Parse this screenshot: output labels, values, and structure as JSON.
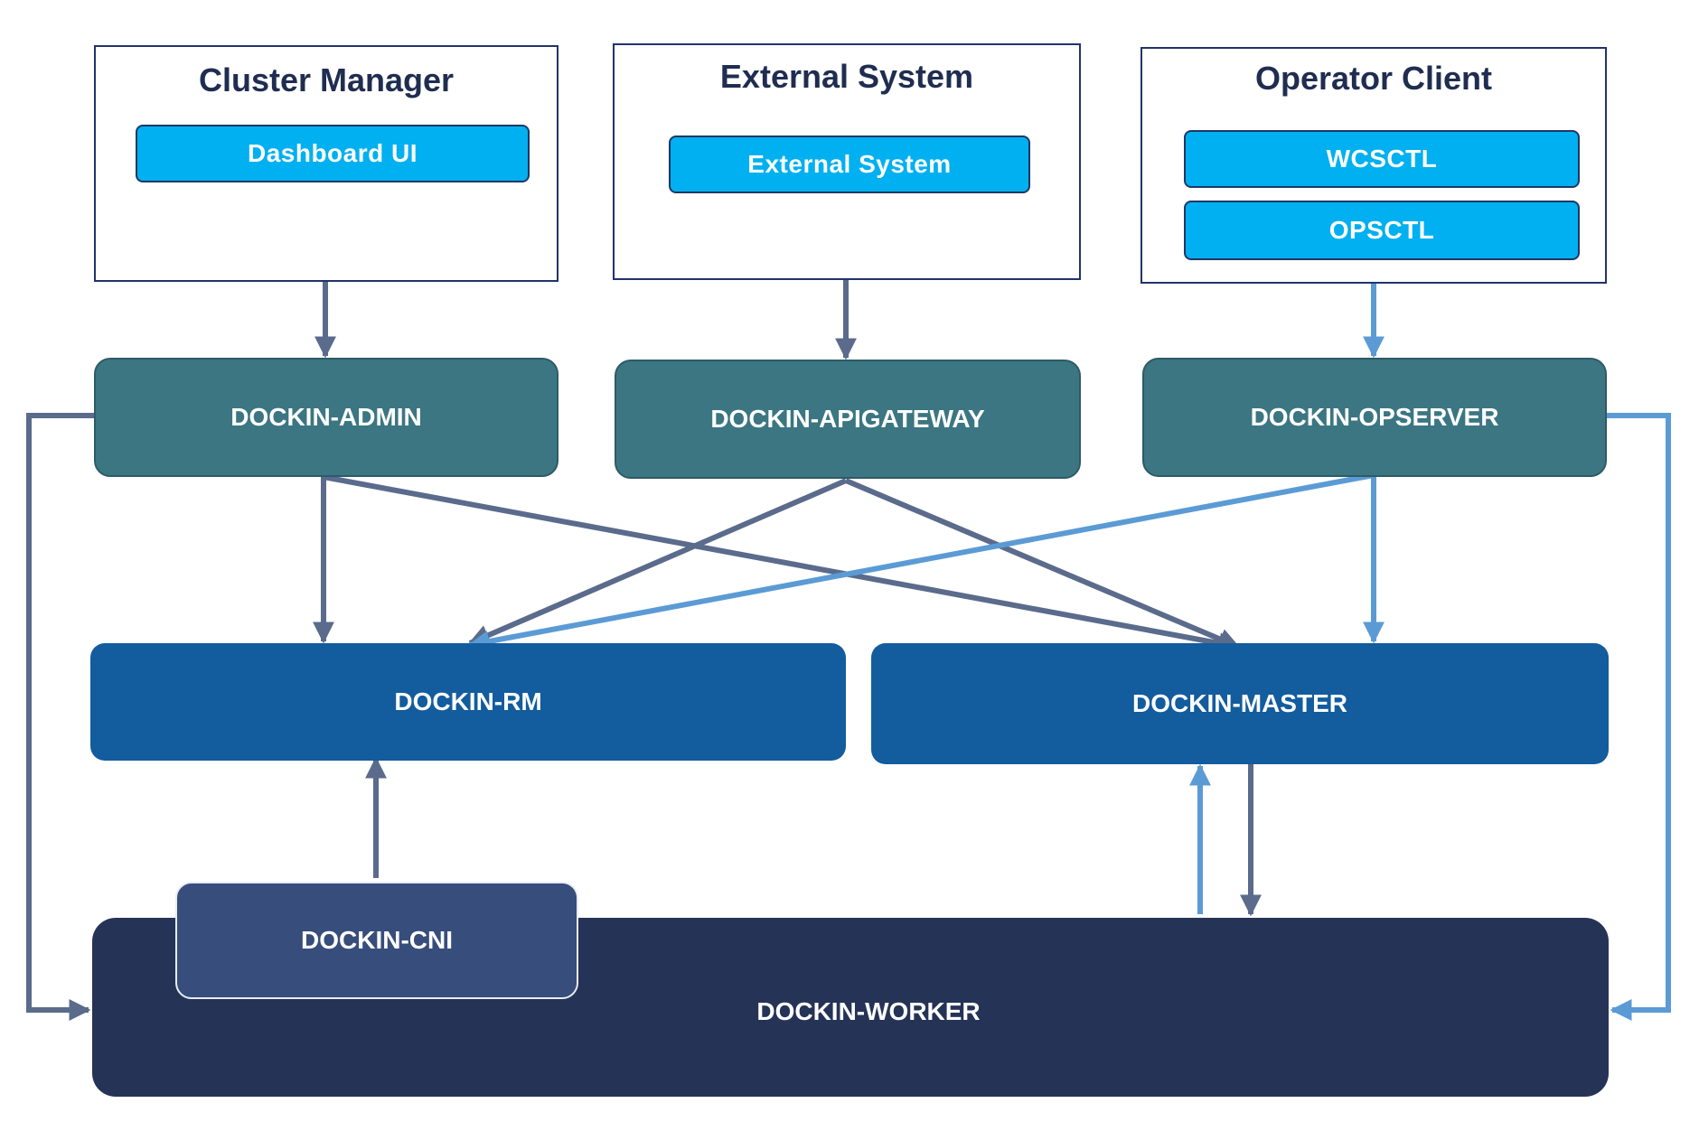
{
  "groups": {
    "cluster_manager": {
      "title": "Cluster Manager",
      "items": [
        "Dashboard UI"
      ]
    },
    "external_system": {
      "title": "External System",
      "items": [
        "External System"
      ]
    },
    "operator_client": {
      "title": "Operator Client",
      "items": [
        "WCSCTL",
        "OPSCTL"
      ]
    }
  },
  "services": {
    "admin": "DOCKIN-ADMIN",
    "apigateway": "DOCKIN-APIGATEWAY",
    "opserver": "DOCKIN-OPSERVER"
  },
  "core": {
    "rm": "DOCKIN-RM",
    "master": "DOCKIN-MASTER"
  },
  "worker": {
    "label": "DOCKIN-WORKER",
    "cni": "DOCKIN-CNI"
  },
  "colors": {
    "dark_arrow": "#5a6b8c",
    "light_arrow": "#5b9bd5",
    "service_fill": "#3b7682",
    "core_fill": "#135c9e",
    "worker_fill": "#253356",
    "cni_fill": "#374d7c",
    "pill_fill": "#00b0f0"
  },
  "edges": [
    {
      "from": "Cluster Manager",
      "to": "DOCKIN-ADMIN",
      "style": "dark"
    },
    {
      "from": "External System",
      "to": "DOCKIN-APIGATEWAY",
      "style": "dark"
    },
    {
      "from": "Operator Client",
      "to": "DOCKIN-OPSERVER",
      "style": "light"
    },
    {
      "from": "DOCKIN-ADMIN",
      "to": "DOCKIN-RM",
      "style": "dark"
    },
    {
      "from": "DOCKIN-ADMIN",
      "to": "DOCKIN-MASTER",
      "style": "dark"
    },
    {
      "from": "DOCKIN-ADMIN",
      "to": "DOCKIN-WORKER",
      "style": "dark"
    },
    {
      "from": "DOCKIN-APIGATEWAY",
      "to": "DOCKIN-RM",
      "style": "dark"
    },
    {
      "from": "DOCKIN-APIGATEWAY",
      "to": "DOCKIN-MASTER",
      "style": "dark"
    },
    {
      "from": "DOCKIN-OPSERVER",
      "to": "DOCKIN-RM",
      "style": "light"
    },
    {
      "from": "DOCKIN-OPSERVER",
      "to": "DOCKIN-MASTER",
      "style": "light"
    },
    {
      "from": "DOCKIN-OPSERVER",
      "to": "DOCKIN-WORKER",
      "style": "light"
    },
    {
      "from": "DOCKIN-CNI",
      "to": "DOCKIN-RM",
      "style": "dark"
    },
    {
      "from": "DOCKIN-WORKER",
      "to": "DOCKIN-MASTER",
      "style": "light"
    },
    {
      "from": "DOCKIN-MASTER",
      "to": "DOCKIN-WORKER",
      "style": "dark"
    }
  ]
}
